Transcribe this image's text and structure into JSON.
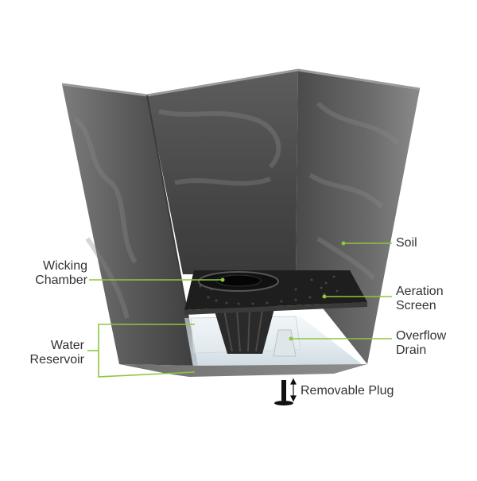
{
  "colors": {
    "leader": "#8dc63f",
    "label_text": "#333333",
    "planter_dark": "#2b2b2b",
    "planter_mid": "#6a6a6a",
    "planter_light": "#a9a9a9",
    "water": "#d9e3ea",
    "screen": "#1c1c1c"
  },
  "labels": {
    "soil": "Soil",
    "wicking_chamber": [
      "Wicking",
      "Chamber"
    ],
    "aeration_screen": [
      "Aeration",
      "Screen"
    ],
    "water_reservoir": [
      "Water",
      "Reservoir"
    ],
    "overflow_drain": [
      "Overflow",
      "Drain"
    ],
    "removable_plug": "Removable Plug"
  },
  "icons": {
    "plug": "plug-icon",
    "arrow": "double-arrow-icon"
  }
}
